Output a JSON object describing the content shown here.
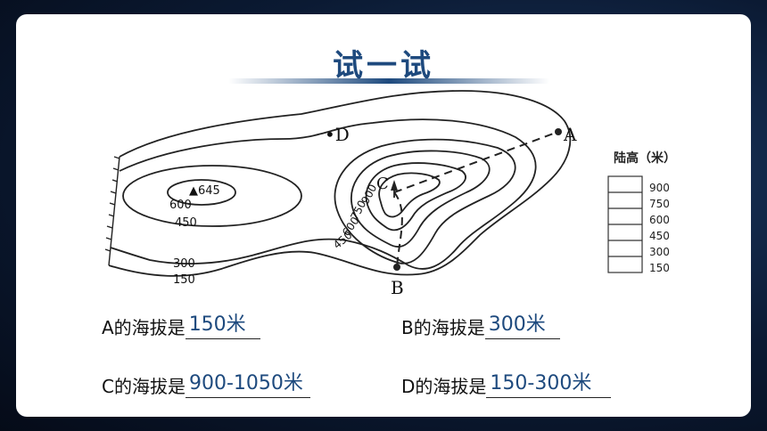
{
  "slide": {
    "title": "试一试"
  },
  "map": {
    "point_labels": {
      "a": "A",
      "b": "B",
      "c": "C",
      "d": "•D"
    },
    "peak_label": "▲645",
    "contour_labels": {
      "left_600": "600",
      "left_450": "450",
      "left_300": "300",
      "left_150": "150",
      "right_900": "900",
      "right_750": "750",
      "right_600": "600",
      "right_450": "450"
    },
    "legend": {
      "title": "陆高（米）",
      "values": [
        "900",
        "750",
        "600",
        "450",
        "300",
        "150"
      ]
    }
  },
  "questions": [
    {
      "label": "A的海拔是",
      "answer": "150米"
    },
    {
      "label": "B的海拔是",
      "answer": "300米"
    },
    {
      "label": "C的海拔是",
      "answer": "900-1050米"
    },
    {
      "label": "D的海拔是",
      "answer": "150-300米"
    }
  ]
}
